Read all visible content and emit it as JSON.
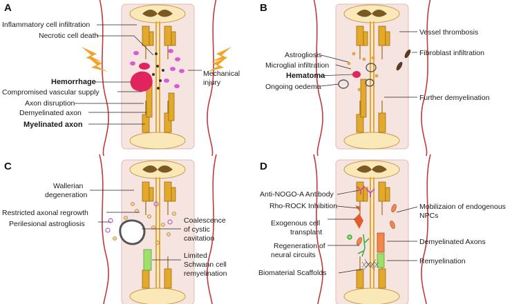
{
  "panels": [
    {
      "letter": "A",
      "left_labels": [
        "Inflammatory cell infiltration",
        "Necrotic cell death",
        "Hemorrhage",
        "Compromised vascular supply",
        "Axon disruption",
        "Demyelinated axon",
        "Myelinated axon"
      ],
      "bold_left": [
        2,
        6
      ],
      "right_labels": [
        "Mechanical",
        "injury"
      ],
      "icon": "lightning-bolt-icon"
    },
    {
      "letter": "B",
      "left_labels": [
        "Astrogliosis",
        "Microglial infiltration",
        "Hematoma",
        "Ongoing oedema"
      ],
      "bold_left": [
        2
      ],
      "right_labels": [
        "Vessel thrombosis",
        "Fibroblast infiltration",
        "Further demyelination"
      ]
    },
    {
      "letter": "C",
      "left_labels": [
        "Wallerian",
        "degeneration",
        "Restricted axonal regrowth",
        "Perilesional astrogliosis"
      ],
      "bold_left": [],
      "right_labels": [
        "Coalescence",
        "of cystic",
        "cavitation",
        "Limited",
        "Schwann cell",
        "remyelination"
      ]
    },
    {
      "letter": "D",
      "left_labels": [
        "Anti-NOGO-A Antibody",
        "Rho-ROCK Inhibition",
        "Exogenous cell",
        "transplant",
        "Regeneration of",
        "neural circuits",
        "Biomaterial Scaffolds"
      ],
      "bold_left": [],
      "right_labels": [
        "Mobilizaion of endogenous",
        "NPCs",
        "Demyelinated Axons",
        "Remyelination"
      ]
    }
  ],
  "colors": {
    "tissue": "#f6e4e1",
    "tissue_edge": "#e6b8b3",
    "vessel": "#c0393b",
    "axon": "#e3a92a",
    "axon_dark": "#9c6a12",
    "hemorrhage": "#e0245e",
    "inflammatory": "#d95ad6",
    "necrotic": "#333333",
    "cavity": "#555555",
    "schwann": "#9fe06b",
    "transplant": "#e15d2c",
    "npc": "#f0884d",
    "bolt": "#f2a427"
  }
}
